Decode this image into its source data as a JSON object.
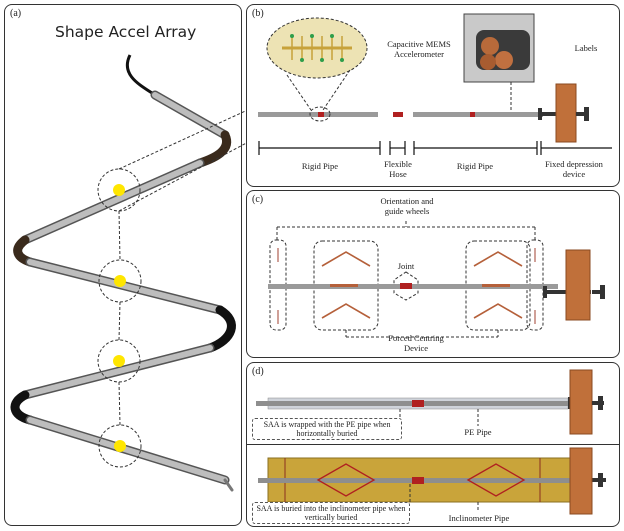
{
  "panels": {
    "a": {
      "tag": "(a)",
      "title": "Shape Accel Array"
    },
    "b": {
      "tag": "(b)",
      "mems": "Capacitive MEMS Accelerometer",
      "labels": "Labels",
      "rigid_pipe_1": "Rigid Pipe",
      "flexible_hose": "Flexible Hose",
      "rigid_pipe_2": "Rigid Pipe",
      "fixed_device": "Fixed depression device"
    },
    "c": {
      "tag": "(c)",
      "orientation": "Orientation and guide wheels",
      "joint": "Joint",
      "centring": "Forced Centring Device"
    },
    "d": {
      "tag": "(d)",
      "horizontal_note": "SAA is wrapped with the PE pipe when horizontally buried",
      "pe_pipe": "PE Pipe",
      "vertical_note": "SAA is buried into the inclinometer pipe when vertically buried",
      "inclinometer_pipe": "Inclinometer Pipe"
    }
  },
  "colors": {
    "sensor": "#ffe600",
    "pipe": "#9a9a9a",
    "joint": "#b02020",
    "device": "#c0703a",
    "inclinometer": "#c9a43a",
    "centring": "#b5603a"
  }
}
